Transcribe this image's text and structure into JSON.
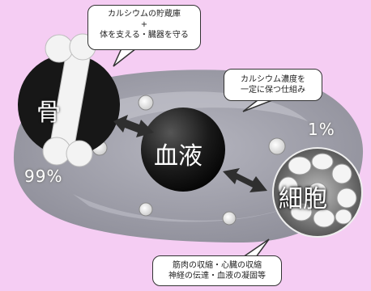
{
  "bubbles": {
    "top": {
      "line1": "カルシウムの貯蔵庫",
      "line2": "+",
      "line3": "体を支える・臓器を守る"
    },
    "right": {
      "line1": "カルシウム濃度を",
      "line2": "一定に保つ仕組み"
    },
    "bottom": {
      "line1": "筋肉の収縮・心臓の収縮",
      "line2": "神経の伝達・血液の凝固等"
    }
  },
  "nodes": {
    "bone": "骨",
    "blood": "血液",
    "cell": "細胞"
  },
  "percentages": {
    "bone": "99%",
    "cell": "1%"
  },
  "colors": {
    "background": "#f5cdf3",
    "band": "#9a9aa6",
    "node_dark": "#161616",
    "arrow": "#333333"
  }
}
